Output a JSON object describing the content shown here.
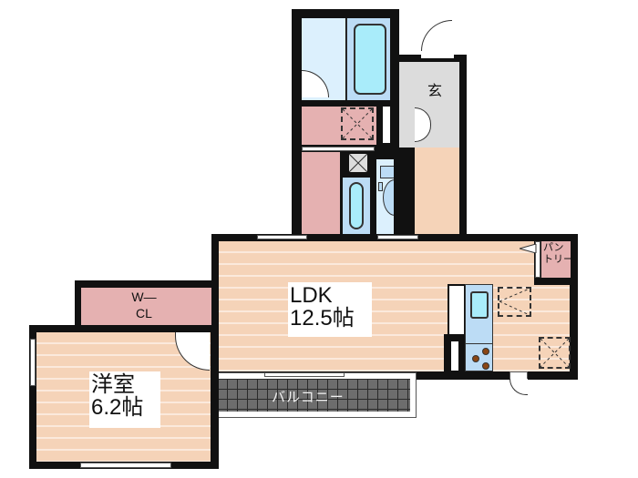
{
  "floorplan": {
    "rooms": {
      "ldk": {
        "name": "LDK",
        "size": "12.5帖"
      },
      "western_room": {
        "name": "洋室",
        "size": "6.2帖"
      },
      "walk_in_closet": {
        "line1": "W—",
        "line2": "CL"
      },
      "entrance": {
        "name": "玄"
      },
      "pantry": {
        "line1": "パン",
        "line2": "トリー"
      },
      "balcony": {
        "name": "バルコニー"
      }
    },
    "colors": {
      "wall": "#111111",
      "flooring": "#f5d3b8",
      "closet": "#e5b1b1",
      "bath": "#bcdcf5",
      "entrance": "#dcdcdc",
      "balcony": "#6d6d6d"
    }
  }
}
